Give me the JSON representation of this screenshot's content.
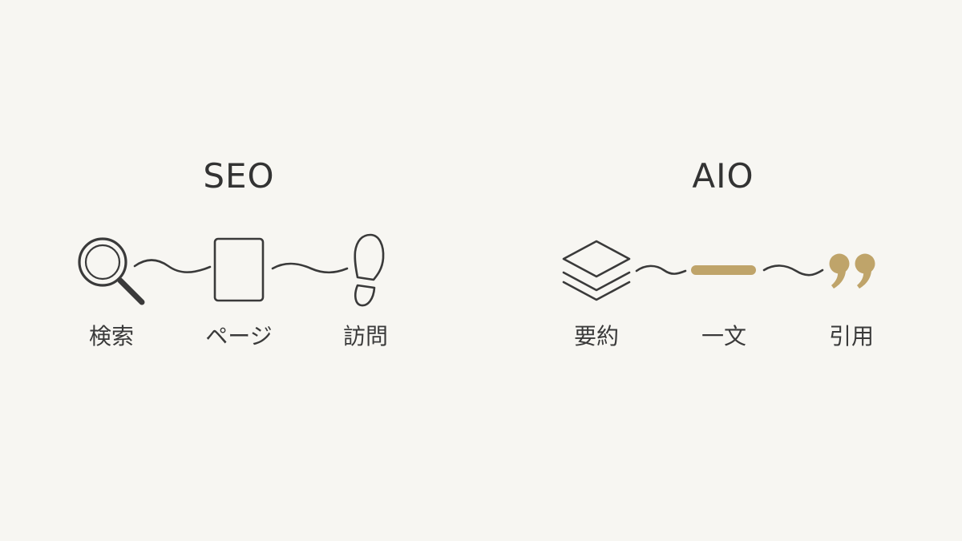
{
  "seo": {
    "title": "SEO",
    "steps": [
      {
        "icon": "magnifier-icon",
        "label": "検索"
      },
      {
        "icon": "page-icon",
        "label": "ページ"
      },
      {
        "icon": "footprint-icon",
        "label": "訪問"
      }
    ]
  },
  "aio": {
    "title": "AIO",
    "steps": [
      {
        "icon": "stacked-layers-icon",
        "label": "要約"
      },
      {
        "icon": "single-line-icon",
        "label": "一文"
      },
      {
        "icon": "quotation-mark-icon",
        "label": "引用"
      }
    ]
  },
  "colors": {
    "background": "#f7f6f2",
    "ink": "#3a3a3a",
    "accent": "#bfa46a"
  }
}
